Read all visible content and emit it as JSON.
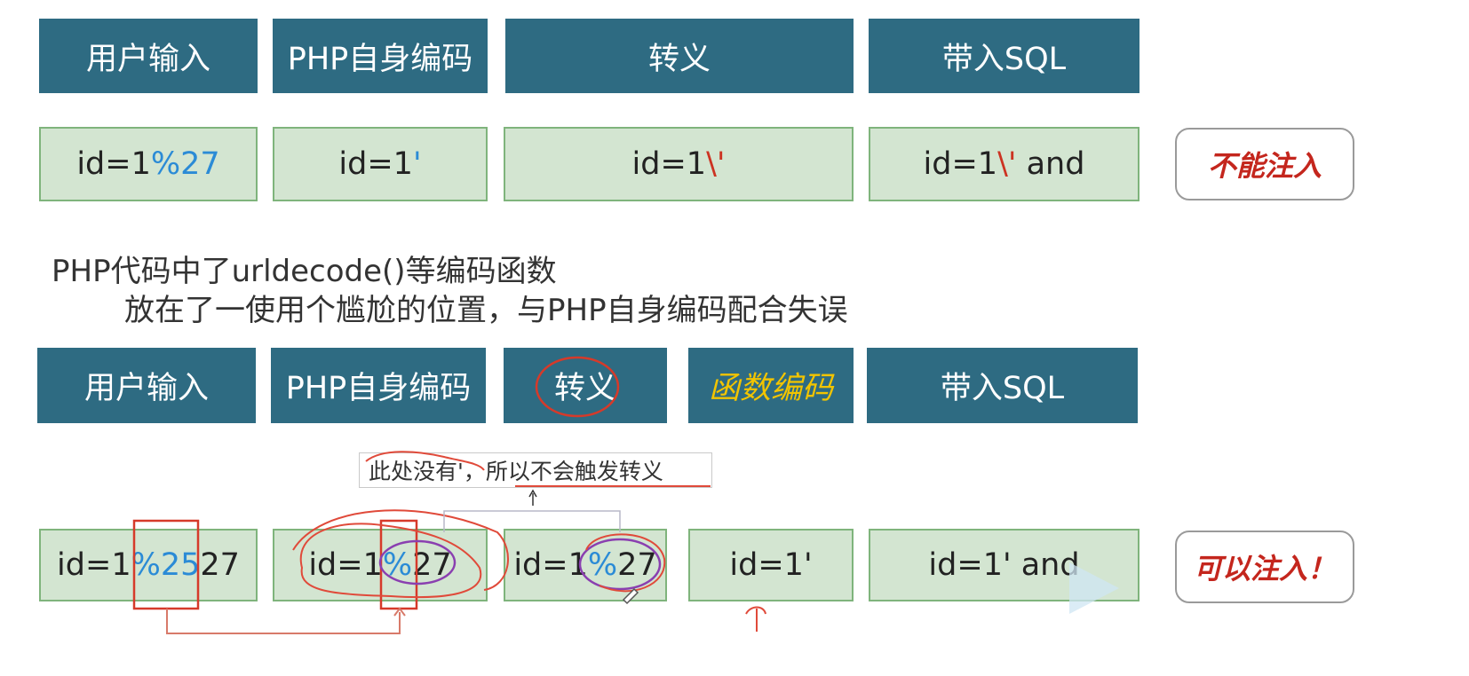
{
  "row1": {
    "headers": [
      "用户输入",
      "PHP自身编码",
      "转义",
      "带入SQL"
    ],
    "values": [
      {
        "plain": "id=1",
        "hl": "%27"
      },
      {
        "plain": "id=1",
        "hl": "'"
      },
      {
        "plain": "id=1",
        "hl": "\\'"
      },
      {
        "plain": "id=1",
        "hl": "\\'",
        "tail": " and"
      }
    ],
    "verdict": "不能注入"
  },
  "note": {
    "line1": "PHP代码中了urldecode()等编码函数",
    "line2": "放在了一使用个尴尬的位置，与PHP自身编码配合失误"
  },
  "row2": {
    "headers": [
      "用户输入",
      "PHP自身编码",
      "转义",
      "函数编码",
      "带入SQL"
    ],
    "values": [
      {
        "a": "id=1",
        "b": "%25",
        "c": "27"
      },
      {
        "a": "id=1",
        "b": "%",
        "c": "27"
      },
      {
        "a": "id=1",
        "b": "%",
        "c": "27"
      },
      {
        "a": "id=1'"
      },
      {
        "a": "id=1' and"
      }
    ],
    "verdict": "可以注入！"
  },
  "callout": "此处没有'，所以不会触发转义",
  "colors": {
    "header": "#2e6b82",
    "cell": "#d3e5d1",
    "cell_border": "#7fb47c",
    "highlight": "#2b8bd6",
    "escape": "#cc3322",
    "func": "#f2c400",
    "verdict": "#c4261d"
  }
}
